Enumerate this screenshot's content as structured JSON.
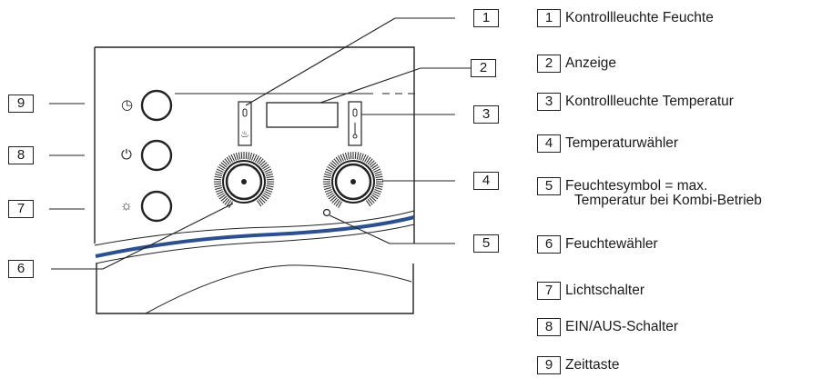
{
  "callouts": [
    "1",
    "2",
    "3",
    "4",
    "5",
    "6",
    "7",
    "8",
    "9"
  ],
  "legend": [
    {
      "num": "1",
      "text": "Kontrollleuchte Feuchte"
    },
    {
      "num": "2",
      "text": "Anzeige"
    },
    {
      "num": "3",
      "text": "Kontrollleuchte Temperatur"
    },
    {
      "num": "4",
      "text": "Temperaturwähler"
    },
    {
      "num": "5",
      "text": "Feuchtesymbol = max.",
      "text2": "Temperatur bei Kombi-Betrieb"
    },
    {
      "num": "6",
      "text": "Feuchtewähler"
    },
    {
      "num": "7",
      "text": "Lichtschalter"
    },
    {
      "num": "8",
      "text": "EIN/AUS-Schalter"
    },
    {
      "num": "9",
      "text": "Zeittaste"
    }
  ],
  "icons": {
    "timer": "clock-icon",
    "power": "power-icon",
    "light": "light-icon",
    "humidity": "humidity-icon",
    "temperature": "thermometer-icon"
  },
  "colors": {
    "line": "#222222",
    "accent": "#2b4f8f"
  }
}
